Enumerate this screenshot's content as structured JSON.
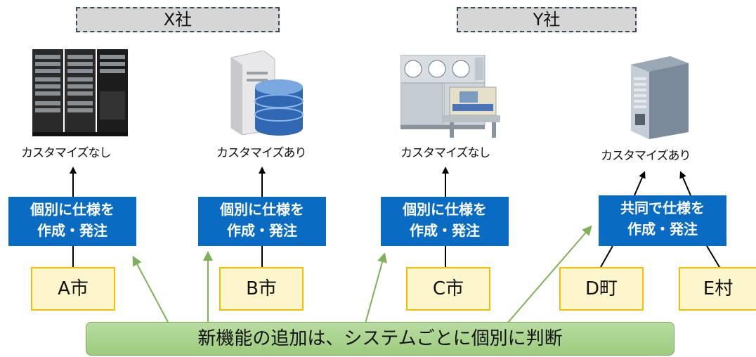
{
  "companies": {
    "x": "X社",
    "y": "Y社"
  },
  "systems": [
    {
      "caption": "カスタマイズなし",
      "icon": "server-rack-icon"
    },
    {
      "caption": "カスタマイズあり",
      "icon": "database-server-icon"
    },
    {
      "caption": "カスタマイズなし",
      "icon": "mainframe-icon"
    },
    {
      "caption": "カスタマイズあり",
      "icon": "tower-server-icon"
    }
  ],
  "process_boxes": [
    {
      "line1": "個別に仕様を",
      "line2": "作成・発注"
    },
    {
      "line1": "個別に仕様を",
      "line2": "作成・発注"
    },
    {
      "line1": "個別に仕様を",
      "line2": "作成・発注"
    },
    {
      "line1": "共同で仕様を",
      "line2": "作成・発注"
    }
  ],
  "municipalities": [
    "A市",
    "B市",
    "C市",
    "D町",
    "E村"
  ],
  "note": "新機能の追加は、システムごとに個別に判断",
  "colors": {
    "process_blue": "#0a6bc2",
    "city_fill": "#fdf6cc",
    "city_border": "#f0c000",
    "note_green": "#a8d08a",
    "company_fill": "#d6d6d6"
  }
}
